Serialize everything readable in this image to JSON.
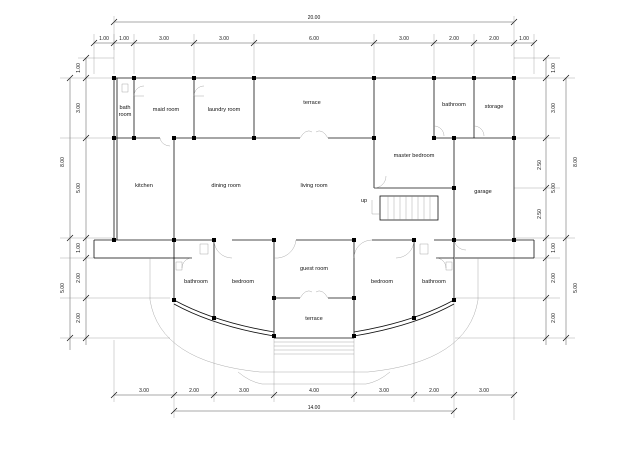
{
  "rooms": {
    "bath_room_1": "bath",
    "bath_room_2": "room",
    "maid_room": "maid room",
    "laundry_room": "laundry room",
    "terrace_top": "terrace",
    "bathroom_top": "bathroom",
    "storage": "storage",
    "master_bedroom": "master bedroom",
    "kitchen": "kitchen",
    "dining_room": "dining room",
    "living_room": "living room",
    "up": "up",
    "garage": "garage",
    "bathroom_left": "bathroom",
    "bedroom_left": "bedroom",
    "guest_room": "guest room",
    "bedroom_right": "bedroom",
    "bathroom_right": "bathroom",
    "terrace_bottom": "terrace"
  },
  "dims": {
    "top_total": "20.00",
    "top_1": "1.00",
    "top_2": "1.00",
    "top_3": "3.00",
    "top_4": "3.00",
    "top_5": "6.00",
    "top_6": "3.00",
    "top_7": "2.00",
    "top_8": "2.00",
    "top_9": "1.00",
    "left_1": "1.00",
    "left_2": "3.00",
    "left_3": "5.00",
    "left_4": "1.00",
    "left_5": "2.00",
    "left_6": "2.00",
    "left_big_1": "8.00",
    "left_big_2": "5.00",
    "right_1": "1.00",
    "right_2": "3.00",
    "right_3": "2.50",
    "right_4": "5.00",
    "right_5": "2.50",
    "right_6": "1.00",
    "right_7": "2.00",
    "right_8": "2.00",
    "right_big_1": "8.00",
    "right_big_2": "5.00",
    "bottom_1": "3.00",
    "bottom_2": "2.00",
    "bottom_3": "3.00",
    "bottom_4": "4.00",
    "bottom_5": "3.00",
    "bottom_6": "2.00",
    "bottom_7": "3.00",
    "bottom_total": "14.00"
  }
}
